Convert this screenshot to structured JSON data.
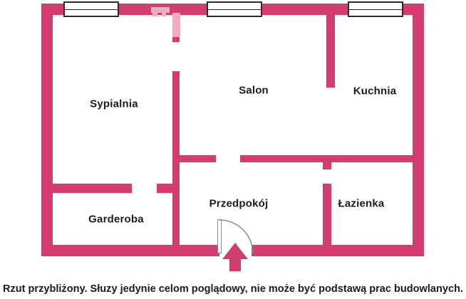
{
  "plan": {
    "title": "floor-plan",
    "rooms": [
      {
        "label": "Sypialnia"
      },
      {
        "label": "Salon"
      },
      {
        "label": "Kuchnia"
      },
      {
        "label": "Garderoba"
      },
      {
        "label": "Przedpokój"
      },
      {
        "label": "Łazienka"
      }
    ],
    "window_count": 3,
    "icons": {
      "entrance_arrow": "up-arrow",
      "door_swing": "quarter-arc-door"
    },
    "colors": {
      "wall": "#d23c6e",
      "watermark": "#eeadc3",
      "text": "#1b1b1b",
      "window_border": "#2b2b2b",
      "door_outline": "#8a8a8a"
    }
  },
  "caption": {
    "text": "Rzut przybliżony. Słuzy jedynie celom poglądowy, nie może być podstawą prac budowlanych."
  }
}
